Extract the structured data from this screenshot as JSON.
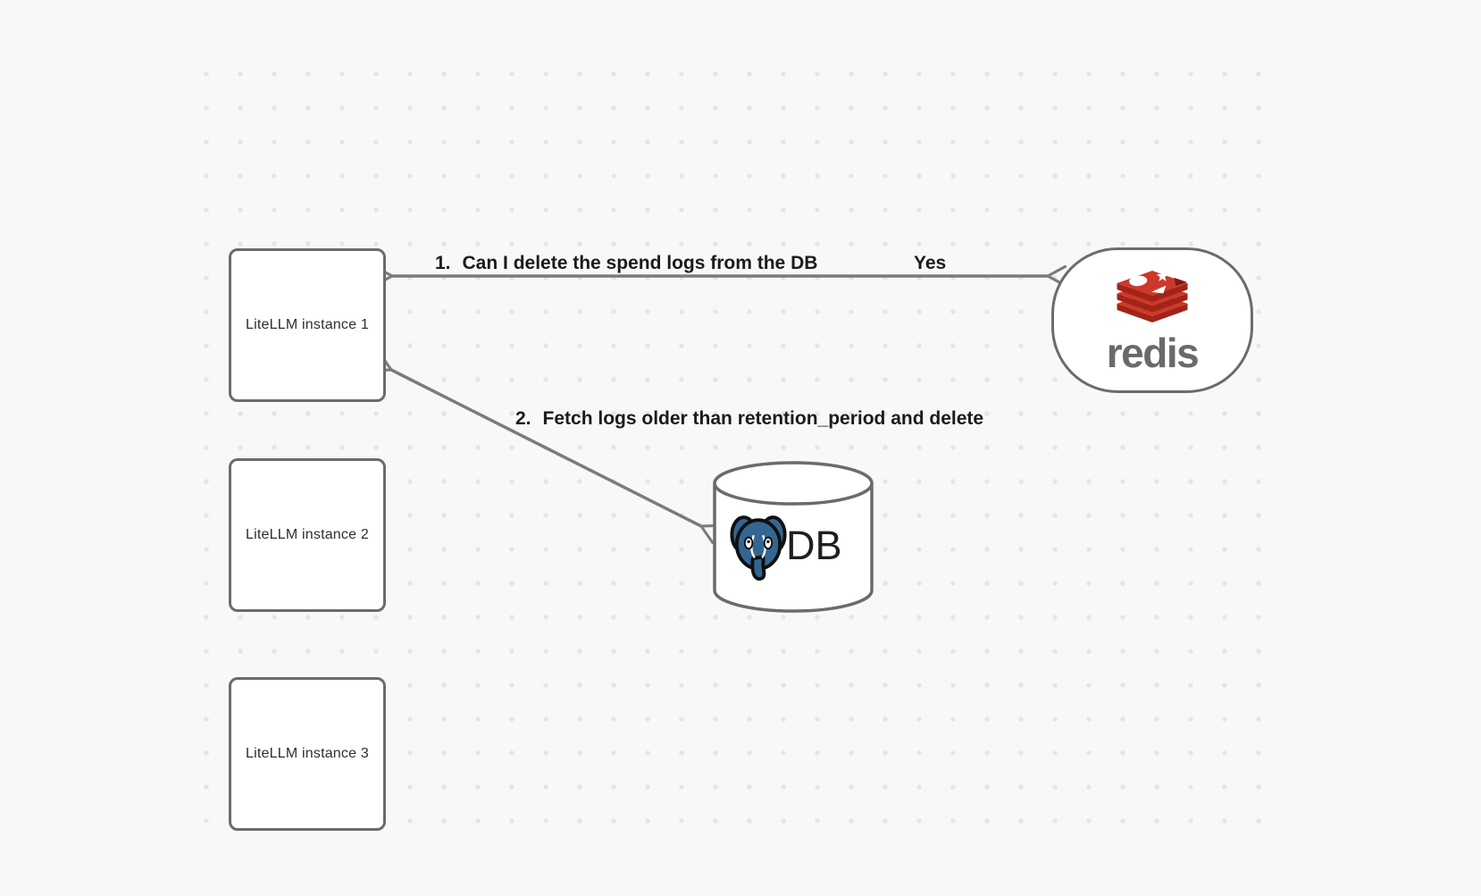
{
  "diagram": {
    "boxes": [
      {
        "label": "LiteLLM instance 1"
      },
      {
        "label": "LiteLLM instance 2"
      },
      {
        "label": "LiteLLM instance 3"
      }
    ],
    "redis": {
      "wordmark": "redis"
    },
    "db": {
      "label": "DB"
    },
    "edges": [
      {
        "number": "1.",
        "text": "Can I delete the spend logs from the DB",
        "response": "Yes"
      },
      {
        "number": "2.",
        "text": "Fetch logs older than retention_period and delete"
      }
    ]
  },
  "colors": {
    "background": "#f8f8f8",
    "dot_grid": "#e5e5e5",
    "node_border": "#6b6b6b",
    "arrow": "#7b7b7b",
    "edge_label_text": "#1b1b1b",
    "box_label_text": "#2e2e2e",
    "redis_red": "#cc392b",
    "redis_red_dark": "#a02417",
    "redis_red_darkest": "#791b10",
    "redis_wordmark_gray": "#6a6a6a",
    "postgres_blue": "#336791",
    "db_text": "#1f1f1f"
  }
}
